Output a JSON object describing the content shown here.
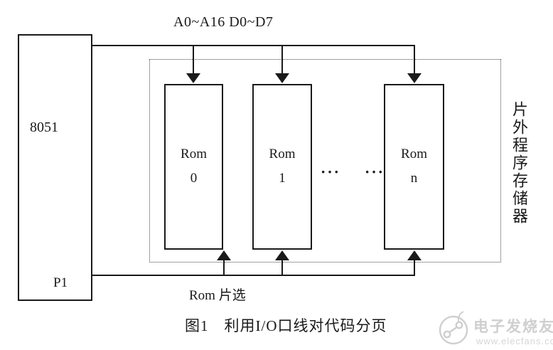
{
  "diagram": {
    "top_bus_label": "A0~A16 D0~D7",
    "mcu_label": "8051",
    "mcu_port_label": "P1",
    "roms": [
      {
        "name": "Rom",
        "index": "0"
      },
      {
        "name": "Rom",
        "index": "1"
      },
      {
        "name": "Rom",
        "index": "n"
      }
    ],
    "ellipsis_left": "···",
    "ellipsis_right": "···",
    "group_label": "片外程序存储器",
    "chip_select_label": "Rom 片选",
    "caption": "图1　利用I/O口线对代码分页"
  },
  "watermark": {
    "brand": "电子发烧友",
    "url": "www.elecfans.com"
  },
  "colors": {
    "line": "#1a1a1a",
    "watermark_gray": "#cfcfcf"
  }
}
